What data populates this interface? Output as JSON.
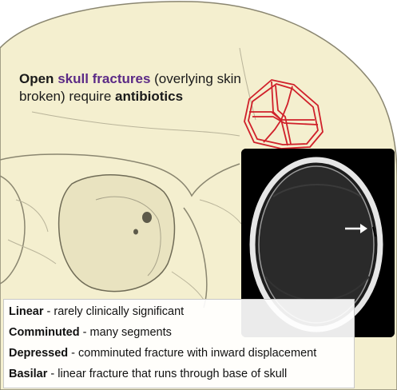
{
  "headline": {
    "part1": "Open",
    "part2": " ",
    "part3": "skull fractures",
    "part4": " (overlying skin broken) require ",
    "part5": "antibiotics"
  },
  "legend": [
    {
      "term": "Linear",
      "desc": " - rarely clinically significant"
    },
    {
      "term": "Comminuted",
      "desc": " - many segments"
    },
    {
      "term": "Depressed",
      "desc": " - comminuted fracture with inward displacement"
    },
    {
      "term": "Basilar",
      "desc": " - linear fracture that runs through base of skull"
    }
  ],
  "colors": {
    "skull_fill": "#f4efcf",
    "skull_outline": "#8a8670",
    "fracture": "#d0202a",
    "highlight_text": "#5b2a86",
    "ct_background": "#000000",
    "ct_bone": "#e6e6e6"
  },
  "icons": {
    "arrow": "arrow-right-icon"
  }
}
